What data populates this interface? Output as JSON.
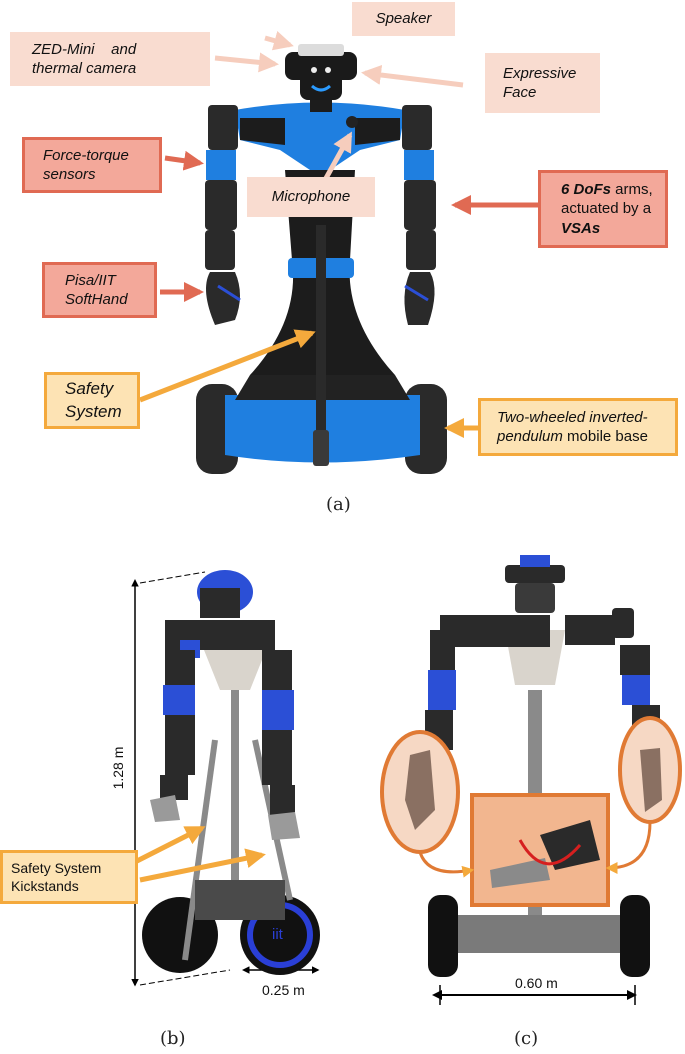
{
  "panel_a": {
    "caption": "(a)",
    "labels": {
      "speaker": "Speaker",
      "zed_line1": "ZED-Mini    and",
      "zed_line2": "thermal camera",
      "face_line1": "Expressive",
      "face_line2": "Face",
      "ft_line1": "Force-torque",
      "ft_line2": "sensors",
      "microphone": "Microphone",
      "arms_bold": "6 DoFs",
      "arms_rest1": " arms,",
      "arms_line2": "actuated by a",
      "arms_line3": "VSAs",
      "hand_line1": "Pisa/IIT",
      "hand_line2": "SoftHand",
      "safety_line1": "Safety",
      "safety_line2": "System",
      "base_line1": "Two-wheeled inverted-",
      "base_line2_italic": "pendulum",
      "base_line2_rest": " mobile base"
    }
  },
  "panel_b": {
    "caption": "(b)",
    "height_dim": "1.28 m",
    "width_dim": "0.25 m",
    "kickstands_line1": "Safety System",
    "kickstands_line2": "Kickstands",
    "wheel_logo": "iit"
  },
  "panel_c": {
    "caption": "(c)",
    "width_dim": "0.60 m"
  },
  "colors": {
    "robot_blue": "#1f7fe0",
    "dark_blue": "#1a2fc8",
    "arrow_red": "#e06a53",
    "arrow_orange": "#f4a93c",
    "arrow_pink": "#f6cdbd"
  }
}
